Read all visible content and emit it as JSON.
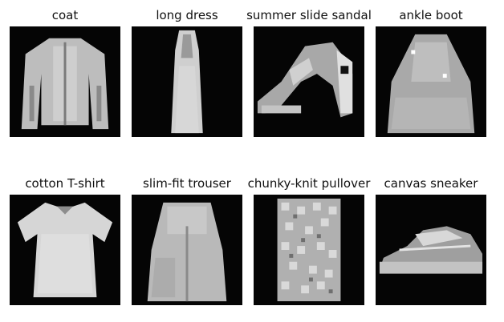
{
  "grid": {
    "items": [
      {
        "label": "coat",
        "item": "coat"
      },
      {
        "label": "long dress",
        "item": "dress"
      },
      {
        "label": "summer slide sandal",
        "item": "sandal"
      },
      {
        "label": "ankle boot",
        "item": "boot"
      },
      {
        "label": "cotton T-shirt",
        "item": "tshirt"
      },
      {
        "label": "slim-fit trouser",
        "item": "trouser"
      },
      {
        "label": "chunky-knit pullover",
        "item": "pullover"
      },
      {
        "label": "canvas sneaker",
        "item": "sneaker"
      }
    ]
  },
  "colors": {
    "background": "#050505",
    "garment": "#c8c8c8"
  }
}
